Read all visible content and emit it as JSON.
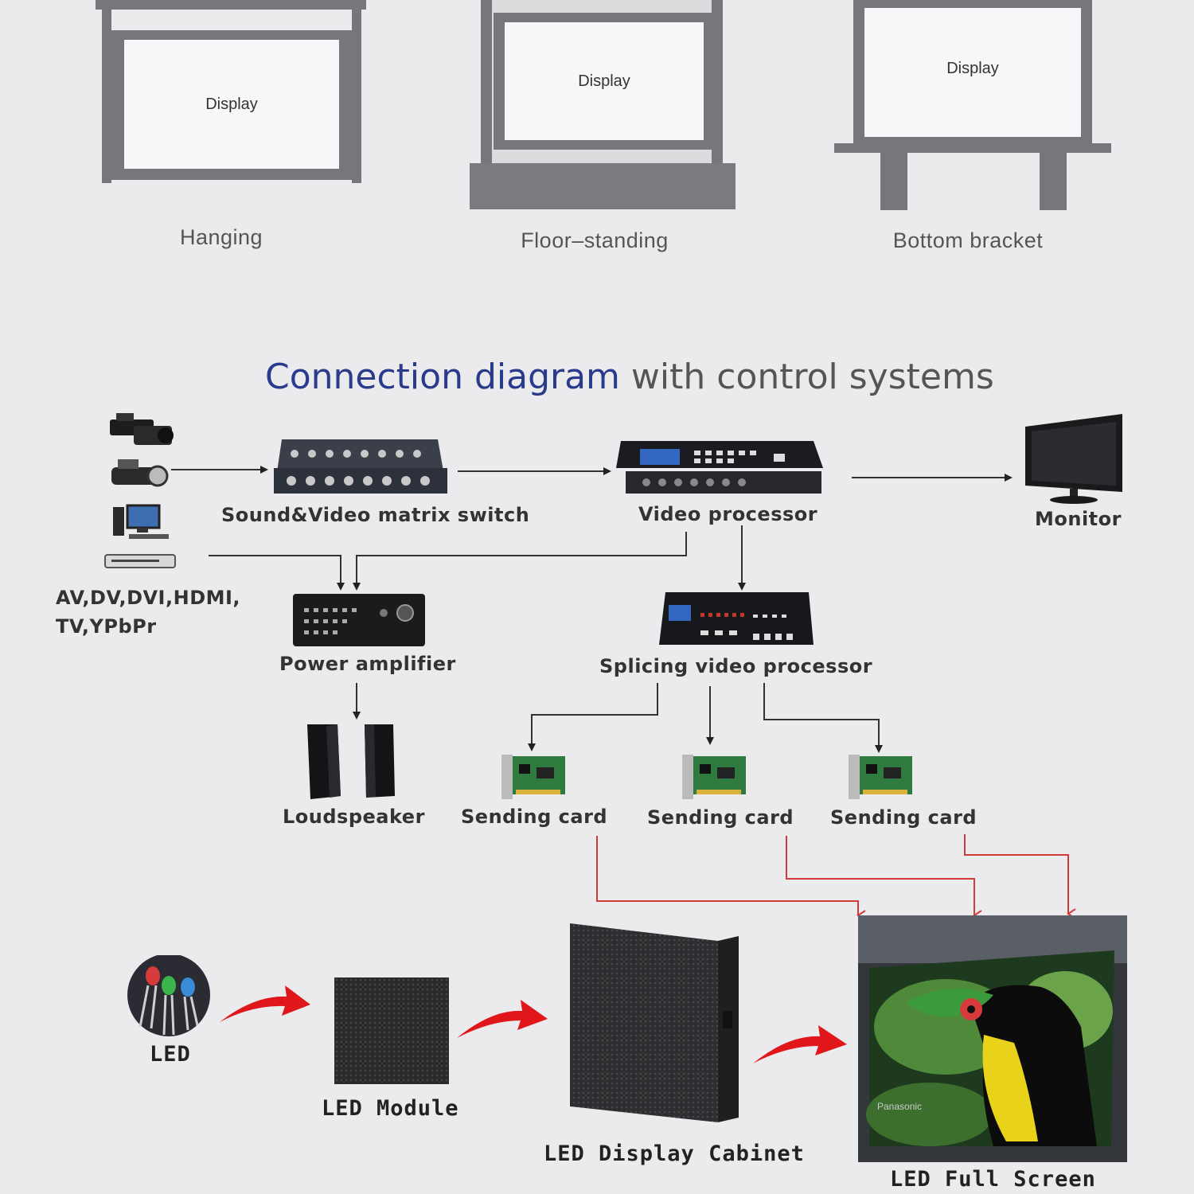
{
  "mounting": {
    "display_text": "Display",
    "hanging": "Hanging",
    "floor_standing": "Floor–standing",
    "bottom_bracket": "Bottom bracket"
  },
  "diagram": {
    "title_part1": "Connection diagram",
    "title_part2": "with control systems",
    "sources": "AV,DV,DVI,HDMI,\nTV,YPbPr",
    "matrix_switch": "Sound&Video matrix switch",
    "video_processor": "Video processor",
    "monitor": "Monitor",
    "power_amplifier": "Power amplifier",
    "splicing_processor": "Splicing video processor",
    "loudspeaker": "Loudspeaker",
    "sending_card_1": "Sending card",
    "sending_card_2": "Sending card",
    "sending_card_3": "Sending card"
  },
  "assembly": {
    "led": "LED",
    "led_module": "LED Module",
    "led_cabinet": "LED Display Cabinet",
    "led_full_screen": "LED Full Screen",
    "screen_brand": "Panasonic"
  },
  "colors": {
    "frame_grey": "#77777b",
    "title_blue": "#2a3a8c",
    "signal_red": "#d23a3a",
    "arrow_red": "#e0161b"
  },
  "icons": [
    "camcorder-icon",
    "handycam-icon",
    "computer-icon",
    "dvd-player-icon",
    "matrix-switch-device",
    "video-processor-device",
    "monitor-icon",
    "amplifier-device",
    "splicing-processor-device",
    "loudspeaker-icon",
    "sending-card-icon",
    "led-bulbs-icon",
    "led-module-icon",
    "led-cabinet-icon",
    "led-screen-image"
  ]
}
